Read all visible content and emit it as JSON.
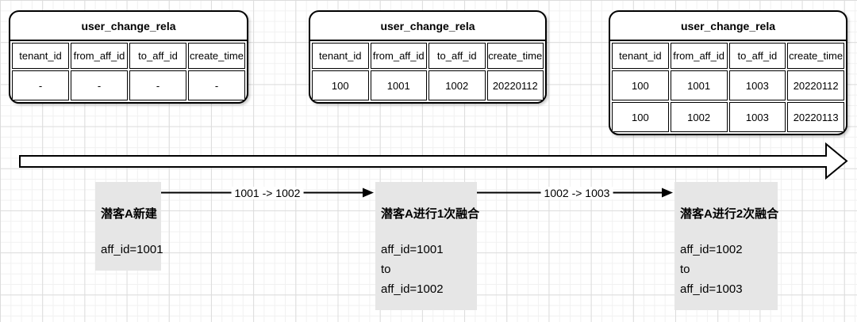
{
  "diagram": {
    "tables": [
      {
        "title": "user_change_rela",
        "columns": [
          "tenant_id",
          "from_aff_id",
          "to_aff_id",
          "create_time"
        ],
        "rows": [
          [
            "-",
            "-",
            "-",
            "-"
          ]
        ]
      },
      {
        "title": "user_change_rela",
        "columns": [
          "tenant_id",
          "from_aff_id",
          "to_aff_id",
          "create_time"
        ],
        "rows": [
          [
            "100",
            "1001",
            "1002",
            "20220112"
          ]
        ]
      },
      {
        "title": "user_change_rela",
        "columns": [
          "tenant_id",
          "from_aff_id",
          "to_aff_id",
          "create_time"
        ],
        "rows": [
          [
            "100",
            "1001",
            "1003",
            "20220112"
          ],
          [
            "100",
            "1002",
            "1003",
            "20220113"
          ]
        ]
      }
    ],
    "stages": [
      {
        "title": "潜客A新建",
        "lines": [
          "aff_id=1001"
        ]
      },
      {
        "title": "潜客A进行1次融合",
        "lines": [
          "aff_id=1001",
          "to",
          "aff_id=1002"
        ]
      },
      {
        "title": "潜客A进行2次融合",
        "lines": [
          "aff_id=1002",
          "to",
          "aff_id=1003"
        ]
      }
    ],
    "transitions": [
      {
        "label": "1001 -> 1002"
      },
      {
        "label": "1002 -> 1003"
      }
    ],
    "colors": {
      "stage_fill": "#e6e6e6",
      "shape_stroke": "#000000",
      "table_fill": "#ffffff"
    }
  }
}
